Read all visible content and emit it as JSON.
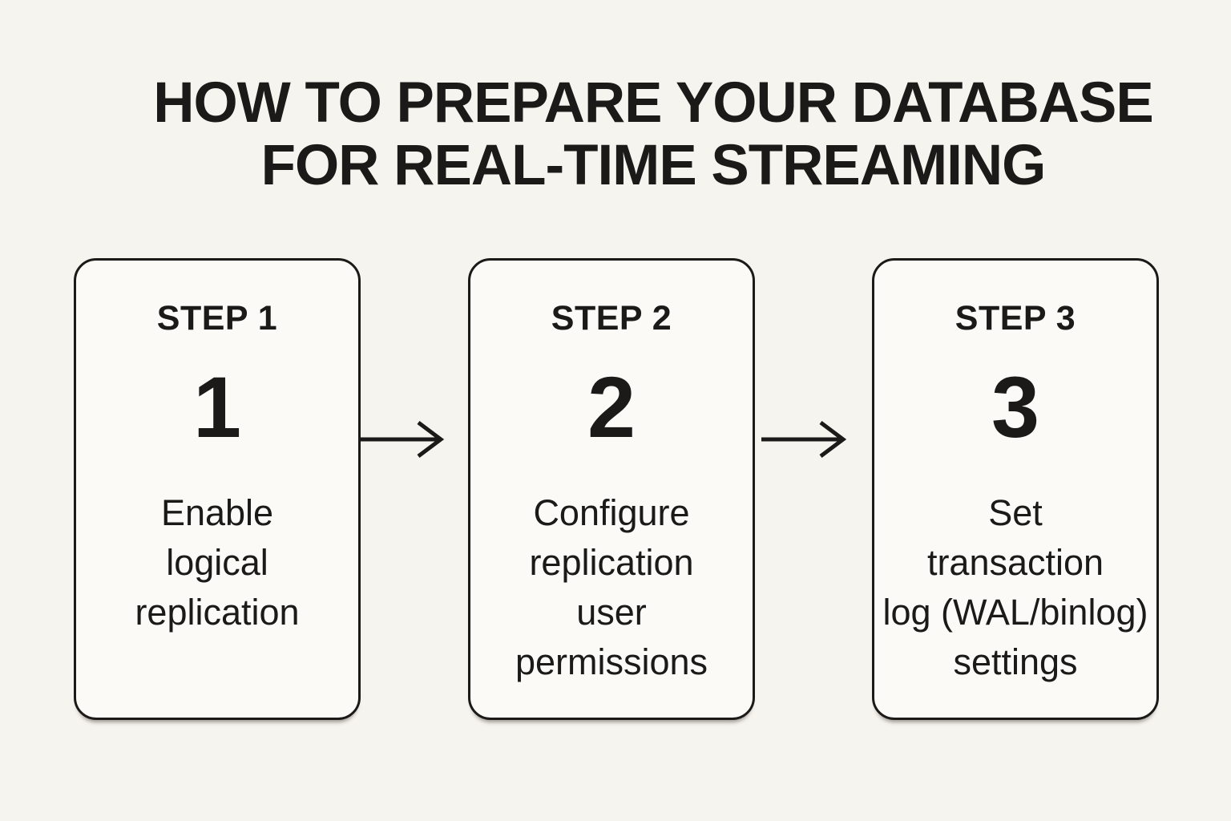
{
  "colors": {
    "ink": "#1b1a18",
    "background": "#f6f4ef",
    "card": "#fbfaf7"
  },
  "title": {
    "text": "HOW TO PREPARE YOUR DATABASE\nFOR REAL-TIME STREAMING"
  },
  "steps": [
    {
      "label": "STEP 1",
      "number": "1",
      "description": "Enable\nlogical\nreplication"
    },
    {
      "label": "STEP 2",
      "number": "2",
      "description": "Configure\nreplication\nuser\npermissions"
    },
    {
      "label": "STEP 3",
      "number": "3",
      "description": "Set\ntransaction\nlog (WAL/binlog)\nsettings"
    }
  ],
  "icons": {
    "between_steps": "arrow-right"
  }
}
